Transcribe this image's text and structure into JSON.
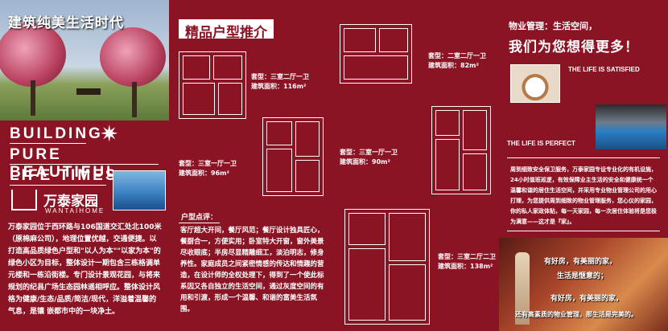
{
  "left": {
    "hero_title": "建筑纯美生活时代",
    "english_lines": [
      "BUILDING",
      "PURE BEAUTIFUL",
      "LIFE TIMES"
    ],
    "logo_cn": "万泰家园",
    "logo_en": "WANTAIHOME",
    "body": "万泰家园位于西环路与106国道交汇处北100米（原棉麻公司），地理位置优越，交通便捷。以打造高品质绿色户型和\"以人为本\"\"以家为本\"的绿色小区为目标，整体设计一期包含三栋格调单元楼和一栋沿街楼。专门设计景观花园，与将来规划的纪县广场生态园林遥相呼应。整体设计风格为健康/生态/品质/简洁/现代，洋溢着温馨的气息，是镶 嵌都市中的一块净土。"
  },
  "middle": {
    "title": "精品户型推介",
    "plans": [
      {
        "type": "套型：三室二厅一卫",
        "area": "建筑面积：116m²"
      },
      {
        "type": "套型：二室二厅一卫",
        "area": "建筑面积：82m²"
      },
      {
        "type": "套型：三室一厅一卫",
        "area": "建筑面积：96m²"
      },
      {
        "type": "套型：三室一厅一卫",
        "area": "建筑面积：90m²"
      },
      {
        "type": "套型：三室二厅二卫",
        "area": "建筑面积：138m²"
      }
    ],
    "points_title": "户型点评：",
    "points_body": "客厅超大开间，餐厅风范；餐厅设计独具匠心，餐厨合一，方便实用；卧室特大开窗，窗外美景尽收眼底；半房尽显精雕细工，淡泊明志，修身养性。家庭成员之间紧密情感的传达和情趣的营造，在设计师的全权处理下，得到了一个使此标系因又各自独立的生活空间，通过灰度空间的有用和引渡，形成一个温馨、和谐的富美生活氛围。"
  },
  "right": {
    "line1": "物业管理：生活空间，",
    "line2": "我们为您想得更多！",
    "satisfied": "THE LIFE IS SATISFIED",
    "perfect": "THE LIFE IS PERFECT",
    "service_text": "周到细致安全保卫服务，万泰家园专设专业化的有机设施，24小时值班巡逻，有效保障业主生活的安全和健康统一个温馨和谐的居住生活空间，并采用专业物业管理公司的用心打理，为您提供周到细致的物业管理服务，您心仪的家园，你的私人家政体贴，每一天家园，每一次居住体验将是您极为满意——这才是『家』。",
    "slogans": [
      "有好房，有美丽的家，",
      "生活是惬意的；",
      "有好房，有美丽的家，",
      "还有高素质的物业管理，那生活是完美的。"
    ]
  }
}
